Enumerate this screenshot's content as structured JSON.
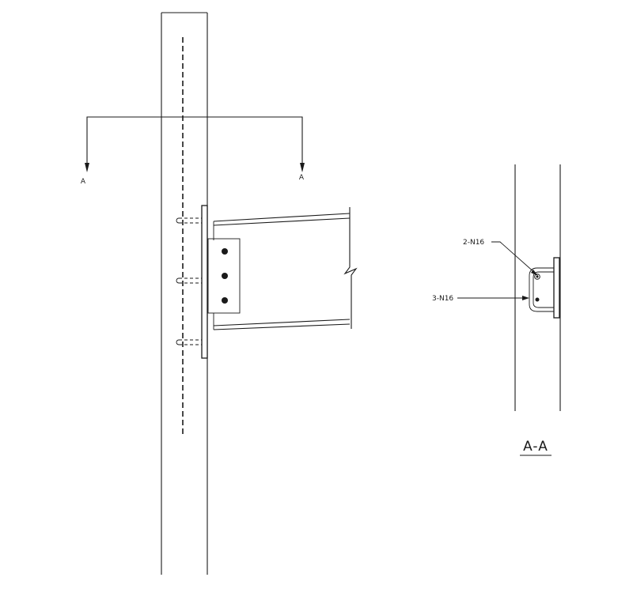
{
  "section_marks": {
    "left": "A",
    "right": "A"
  },
  "section_view": {
    "title": "A-A",
    "callout_top": "2-N16",
    "callout_bottom": "3-N16"
  }
}
